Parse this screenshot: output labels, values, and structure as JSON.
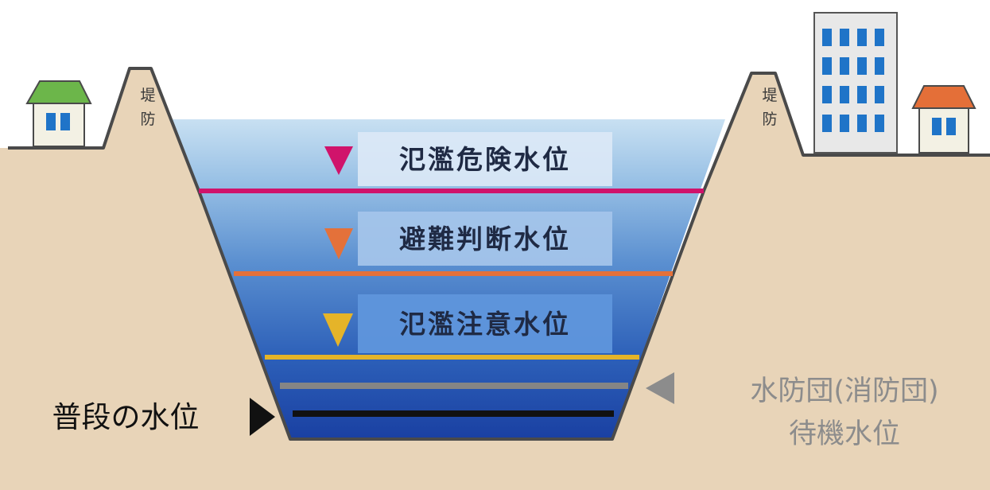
{
  "dike_labels": {
    "left": [
      "堤",
      "防"
    ],
    "right": [
      "堤",
      "防"
    ]
  },
  "water_levels": [
    {
      "label": "氾濫危険水位",
      "marker_color": "#d0136b",
      "line_color": "#d0136b"
    },
    {
      "label": "避難判断水位",
      "marker_color": "#e4713a",
      "line_color": "#e4713a"
    },
    {
      "label": "氾濫注意水位",
      "marker_color": "#e5b429",
      "line_color": "#e5b429"
    }
  ],
  "normal_level": {
    "label": "普段の水位",
    "line_color": "#111111"
  },
  "standby_level": {
    "label_line1": "水防団(消防団)",
    "label_line2": "待機水位",
    "line_color": "#858585"
  },
  "colors": {
    "ground": "#e8d4b8",
    "water_top": "#b5d3ec",
    "water_bottom": "#1a40a2",
    "house_left_roof": "#6cb64a",
    "house_right_roof": "#e46f38",
    "window": "#1f74c8"
  }
}
